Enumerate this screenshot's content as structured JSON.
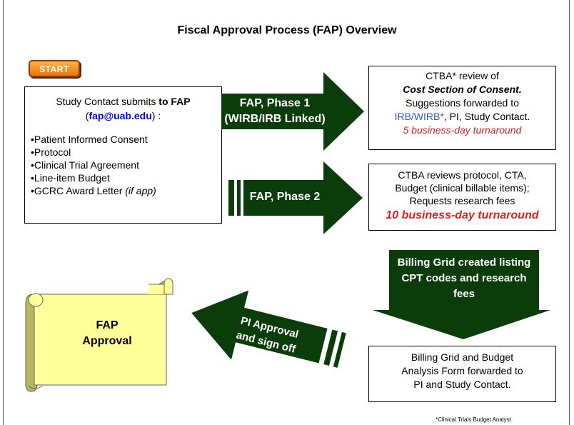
{
  "title": "Fiscal Approval Process (FAP) Overview",
  "start_label": "START",
  "contact": {
    "line1_a": "Study Contact submits ",
    "line1_b": "to FAP",
    "email": "fap@uab.edu",
    "line2_suffix": ") :",
    "items": [
      "•Patient Informed Consent",
      "•Protocol",
      "•Clinical Trial Agreement",
      "•Line-item Budget"
    ],
    "last_item": "•GCRC Award Letter ",
    "last_item_note": "(if app)"
  },
  "phase1": {
    "line1": "FAP, Phase 1",
    "line2": "(WIRB/IRB Linked)"
  },
  "phase2": {
    "label": "FAP, Phase 2"
  },
  "ctba1": {
    "line1": "CTBA* review of",
    "line2": "Cost Section of Consent.",
    "line3": "Suggestions forwarded to",
    "line4_a": "IRB/WIRB*",
    "line4_b": ", PI, Study Contact.",
    "turnaround": "5 business-day turnaround"
  },
  "ctba2": {
    "line1": "CTBA reviews protocol, CTA,",
    "line2": "Budget (clinical billable items);",
    "line3": "Requests research fees",
    "turnaround": "10 business-day turnaround"
  },
  "billing_arrow": {
    "line1": "Billing Grid created listing",
    "line2": "CPT codes and research",
    "line3": "fees"
  },
  "billing_box": {
    "line1": "Billing Grid and Budget",
    "line2": "Analysis Form forwarded to",
    "line3": "PI and Study Contact."
  },
  "pi_arrow": {
    "line1": "PI Approval",
    "line2": "and sign off"
  },
  "scroll": {
    "line1": "FAP",
    "line2": "Approval"
  },
  "footnote": "*Clinical Trials Budget Analyst",
  "colors": {
    "arrow_green": "#0a3d0a",
    "scroll_fill": "#ffff99",
    "scroll_shadow": "#b8b860",
    "start_orange": "#f08a1c",
    "red_text": "#e02020",
    "link_blue": "#0000ff"
  }
}
